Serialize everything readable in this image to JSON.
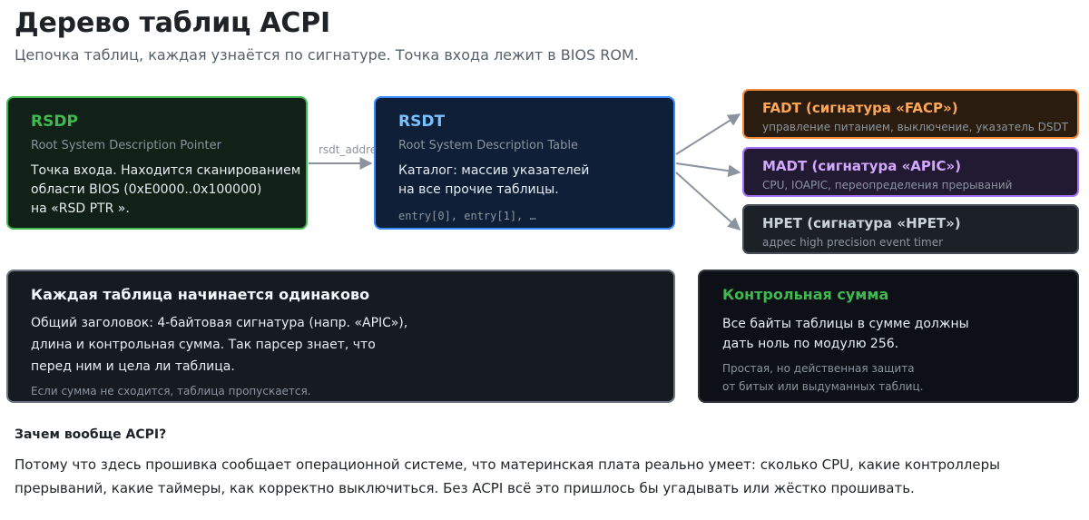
{
  "header": {
    "title": "Дерево таблиц ACPI",
    "subtitle": "Цепочка таблиц, каждая узнаётся по сигнатуре. Точка входа лежит в BIOS ROM."
  },
  "rsdp": {
    "title": "RSDP",
    "subtitle": "Root System Description Pointer",
    "body": "Точка входа. Находится сканированием\nобласти BIOS (0xE0000..0x100000)\nна «RSD PTR »."
  },
  "edge": {
    "label": "rsdt_address"
  },
  "rsdt": {
    "title": "RSDT",
    "subtitle": "Root System Description Table",
    "body": "Каталог: массив указателей\nна все прочие таблицы.",
    "entries": "entry[0], entry[1], …"
  },
  "tables": [
    {
      "title": "FADT (сигнатура «FACP»)",
      "desc": "управление питанием, выключение, указатель DSDT"
    },
    {
      "title": "MADT (сигнатура «APIC»)",
      "desc": "CPU, IOAPIC, переопределения прерываний"
    },
    {
      "title": "HPET (сигнатура «HPET»)",
      "desc": "адрес high precision event timer"
    }
  ],
  "header_info": {
    "title": "Каждая таблица начинается одинаково",
    "body": "Общий заголовок: 4-байтовая сигнатура (напр. «APIC»),\nдлина и контрольная сумма. Так парсер знает, что\nперед ним и цела ли таблица.",
    "note": "Если сумма не сходится, таблица пропускается."
  },
  "checksum": {
    "title": "Контрольная сумма",
    "body": "Все байты таблицы в сумме должны\nдать ноль по модулю 256.",
    "note": "Простая, но действенная защита\nот битых или выдуманных таблиц."
  },
  "why": {
    "title": "Зачем вообще ACPI?",
    "body": "Потому что здесь прошивка сообщает операционной системе, что материнская плата реально умеет: сколько CPU, какие контроллеры\nпрерываний, какие таймеры, как корректно выключиться. Без ACPI всё это пришлось бы угадывать или жёстко прошивать."
  },
  "colors": {
    "rsdp_accent": "#3fb950",
    "rsdt_accent": "#388bfd",
    "fadt_accent": "#f0883e",
    "madt_accent": "#a371f7",
    "hpet_accent": "#484f58",
    "arrow": "#8b949e"
  }
}
